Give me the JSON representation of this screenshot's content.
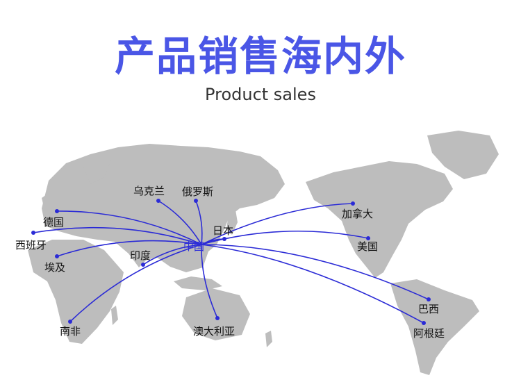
{
  "title": "产品销售海内外",
  "subtitle": "Product sales",
  "colors": {
    "title": "#4a56e6",
    "route": "#2b2bd6",
    "land": "#bdbdbd"
  },
  "origin": {
    "name": "中国"
  },
  "destinations": [
    {
      "name": "乌克兰"
    },
    {
      "name": "俄罗斯"
    },
    {
      "name": "德国"
    },
    {
      "name": "西班牙"
    },
    {
      "name": "埃及"
    },
    {
      "name": "印度"
    },
    {
      "name": "南非"
    },
    {
      "name": "澳大利亚"
    },
    {
      "name": "日本"
    },
    {
      "name": "加拿大"
    },
    {
      "name": "美国"
    },
    {
      "name": "巴西"
    },
    {
      "name": "阿根廷"
    }
  ]
}
